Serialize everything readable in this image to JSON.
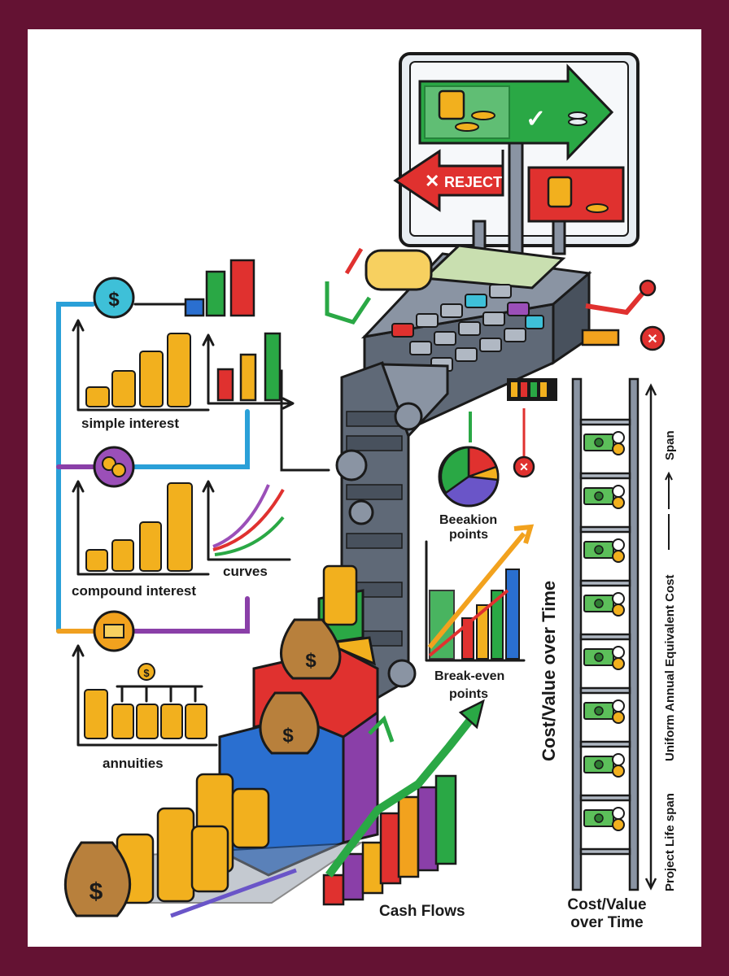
{
  "labels": {
    "simple_interest": "simple interest",
    "compound_interest": "compound interest",
    "annuities": "annuities",
    "curves": "curves",
    "breakeven_top": "Beeakion",
    "breakeven_top_2": "points",
    "breakeven_bottom": "Break-even",
    "breakeven_bottom_2": "points",
    "cash_flows": "Cash Flows",
    "cost_value_vertical": "Cost/Value over Time",
    "cost_value_bottom": "Cost/Value",
    "cost_value_bottom_2": "over Time",
    "span": "Span",
    "uniform_annual": "Uniform Annual Equivalent Cost",
    "project_life": "Project Life span",
    "reject": "REJECT"
  },
  "icons": {
    "dollar_circle": "$",
    "coin": "$",
    "money_bag": "$",
    "check": "✓",
    "cross": "✕"
  },
  "colors": {
    "frame": "#641233",
    "green_sign": "#2aa845",
    "red_sign": "#e0312f",
    "machine": "#7f8a99",
    "coin_gold": "#f2b01e",
    "ladder": "#8a94a3",
    "bill_green": "#4caf50"
  }
}
